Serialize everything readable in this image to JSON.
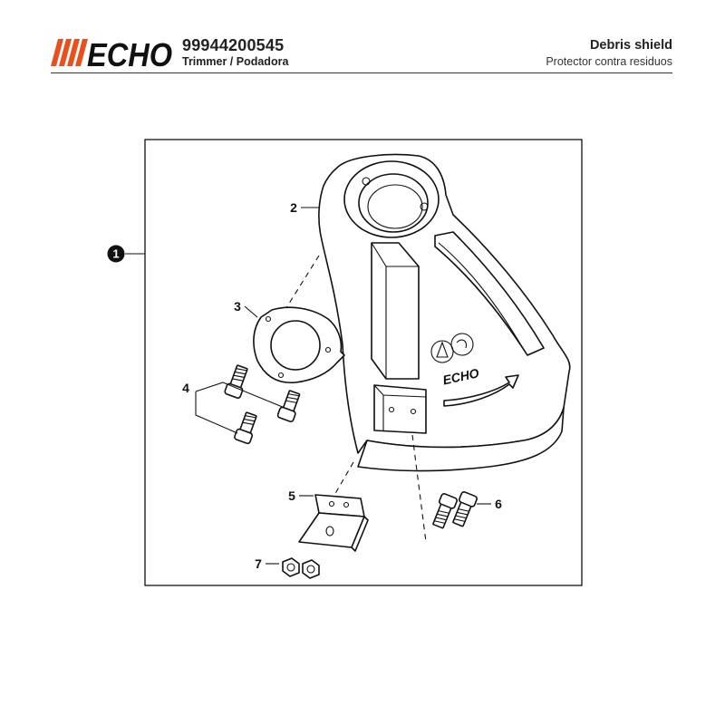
{
  "header": {
    "brand": "ECHO",
    "part_number": "99944200545",
    "product_type": "Trimmer / Podadora",
    "title": "Debris shield",
    "subtitle": "Protector contra residuos"
  },
  "colors": {
    "brand_orange": "#e8511e",
    "line": "#111111"
  },
  "diagram": {
    "assembly_callout": "1",
    "parts": [
      {
        "callout": "2",
        "part": "debris-shield-housing"
      },
      {
        "callout": "3",
        "part": "mounting-ring"
      },
      {
        "callout": "4",
        "part": "socket-head-bolts"
      },
      {
        "callout": "5",
        "part": "shield-bracket"
      },
      {
        "callout": "6",
        "part": "bracket-screws"
      },
      {
        "callout": "7",
        "part": "hex-nuts"
      }
    ],
    "shield_logo_text": "ECHO"
  }
}
